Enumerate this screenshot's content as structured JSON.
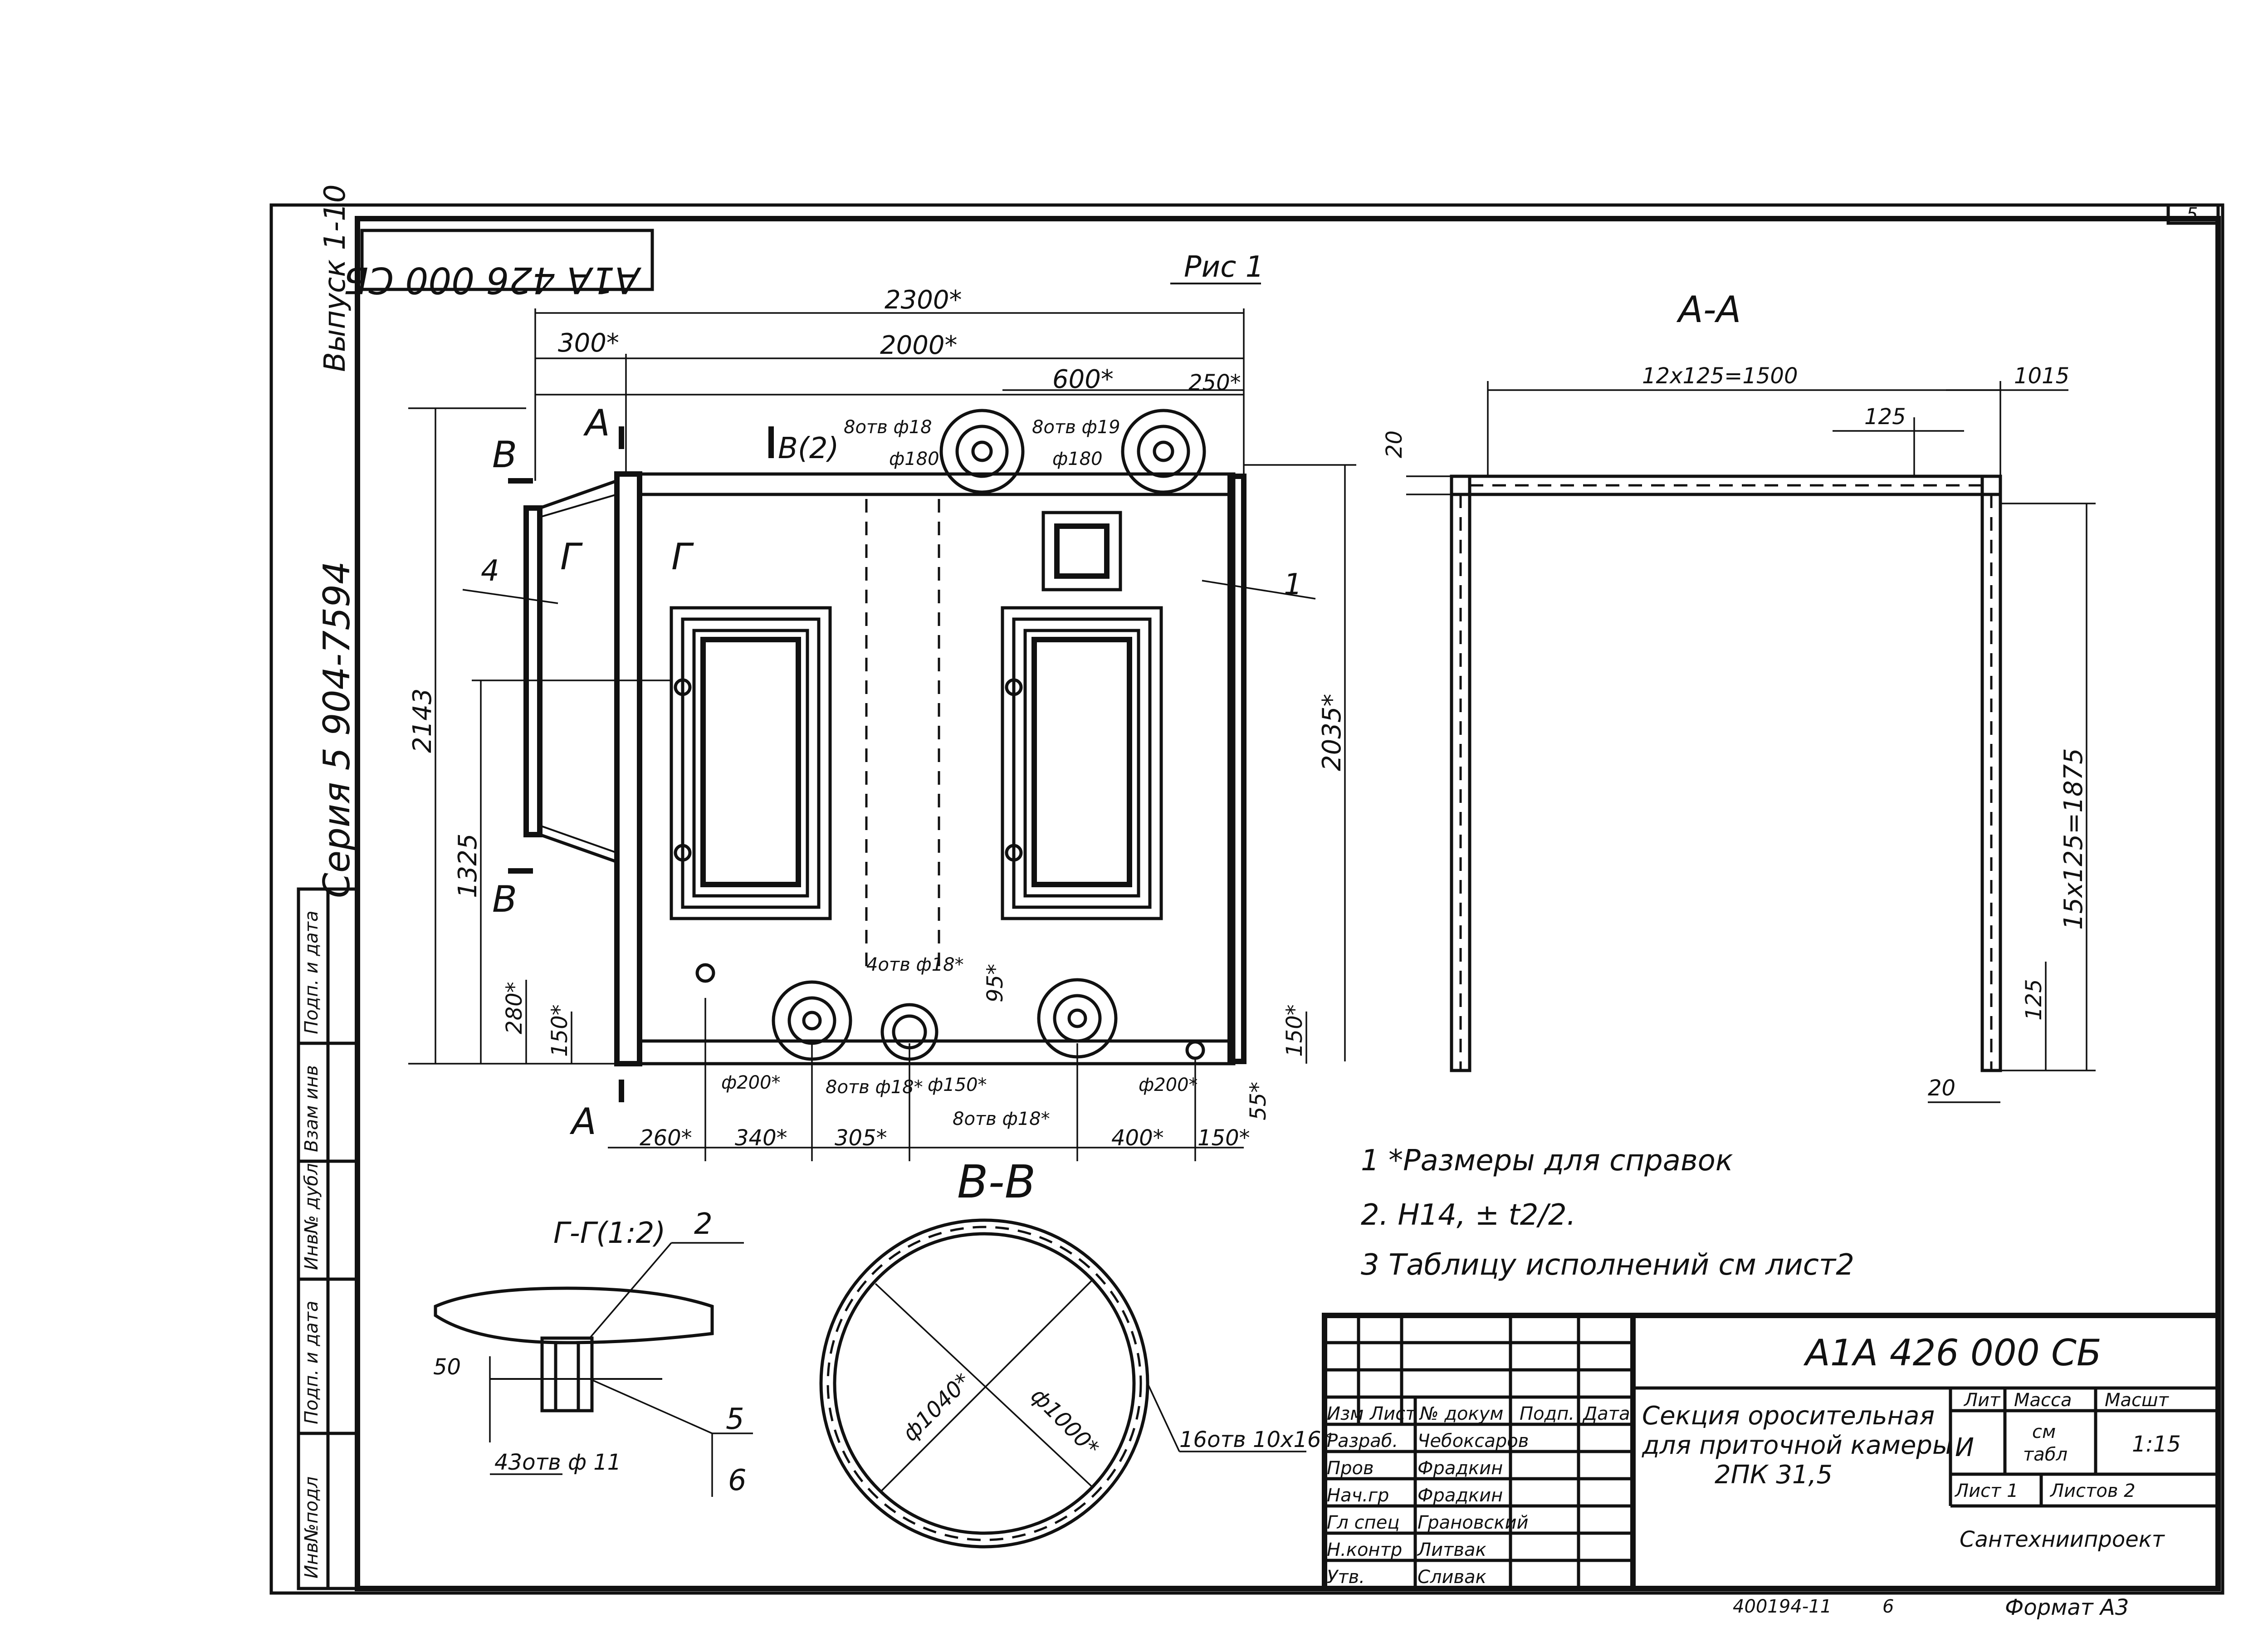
{
  "sheet": {
    "corner_number": "5",
    "designation_stamp": "A1A 426 000 СБ",
    "series": "Серия  5 904-7594",
    "issue": "Выпуск 1-10",
    "figure_label": "Рис 1",
    "side_strip": [
      "Инв№подл",
      "Подп. и дата",
      "Инв№ дубл",
      "Взам инв",
      "Подп. и дата"
    ]
  },
  "main_view": {
    "dims": {
      "overall_width": "2300*",
      "width_2000": "2000*",
      "left_300": "300*",
      "top_600": "600*",
      "top_250": "250*",
      "height_2143": "2143",
      "height_1325": "1325",
      "height_2035": "2035*",
      "h_280": "280*",
      "h_150_left": "150*",
      "h_150_right": "150*",
      "h_95": "95*",
      "h_55": "55*",
      "b_260": "260*",
      "b_340": "340*",
      "b_305": "305*",
      "b_400": "400*",
      "b_150": "150*"
    },
    "notes": {
      "holes_top_left": "8отв ф18",
      "d180_left": "ф180",
      "holes_top_right": "8отв ф19",
      "d180_right": "ф180",
      "holes_4": "4отв ф18*",
      "d200_left": "ф200*",
      "holes_8_a": "8отв ф18*",
      "d150": "ф150*",
      "holes_8_b": "8отв ф18*",
      "d200_right": "ф200*"
    },
    "cuts": {
      "a_top": "А",
      "a_bottom": "А",
      "b_top": "В",
      "b_bottom": "В",
      "b2": "В(2)",
      "g_left": "Г",
      "g_right": "Г"
    },
    "callouts": {
      "part1": "1",
      "part4": "4"
    }
  },
  "section_aa": {
    "title": "А-А",
    "top_pitch": "12х125=1500",
    "right_1015": "1015",
    "pitch_125_top": "125",
    "thick_20_top": "20",
    "side_pitch": "15х125=1875",
    "pitch_125_side": "125",
    "thick_20_bottom": "20"
  },
  "section_gg": {
    "title": "Г-Г(1:2)",
    "callout2": "2",
    "dim50": "50",
    "holes": "43отв ф 11",
    "callout5": "5",
    "callout6": "6"
  },
  "section_bb": {
    "title": "В-В",
    "d1040": "ф1040*",
    "d1000": "ф1000*",
    "holes": "16отв 10х16*"
  },
  "notes": [
    "1 *Размеры для справок",
    "2. Н14, ± t2/2.",
    "3 Таблицу исполнений см лист2"
  ],
  "title_block": {
    "designation": "А1А 426 000 СБ",
    "title_line1": "Секция оросительная",
    "title_line2": "для приточной камеры",
    "title_line3": "2ПК 31,5",
    "header_cols": [
      "Изм",
      "Лист",
      "№ докум",
      "Подп.",
      "Дата"
    ],
    "roles": [
      "Разраб.",
      "Пров",
      "Нач.гр",
      "Гл спец",
      "Н.контр",
      "Утв."
    ],
    "names": [
      "Чебоксаров",
      "Фрадкин",
      "Фрадкин",
      "Грановский",
      "Литвак",
      "Сливак"
    ],
    "lit_label": "Лит",
    "mass_label": "Масса",
    "scale_label": "Масшт",
    "lit_value": "И",
    "mass_value_1": "см",
    "mass_value_2": "табл",
    "scale_value": "1:15",
    "sheet_label": "Лист 1",
    "sheets_label": "Листов  2",
    "org": "Сантехниипроект"
  },
  "footer": {
    "doc_no": "400194-11",
    "page": "6",
    "format": "Формат  А3"
  }
}
